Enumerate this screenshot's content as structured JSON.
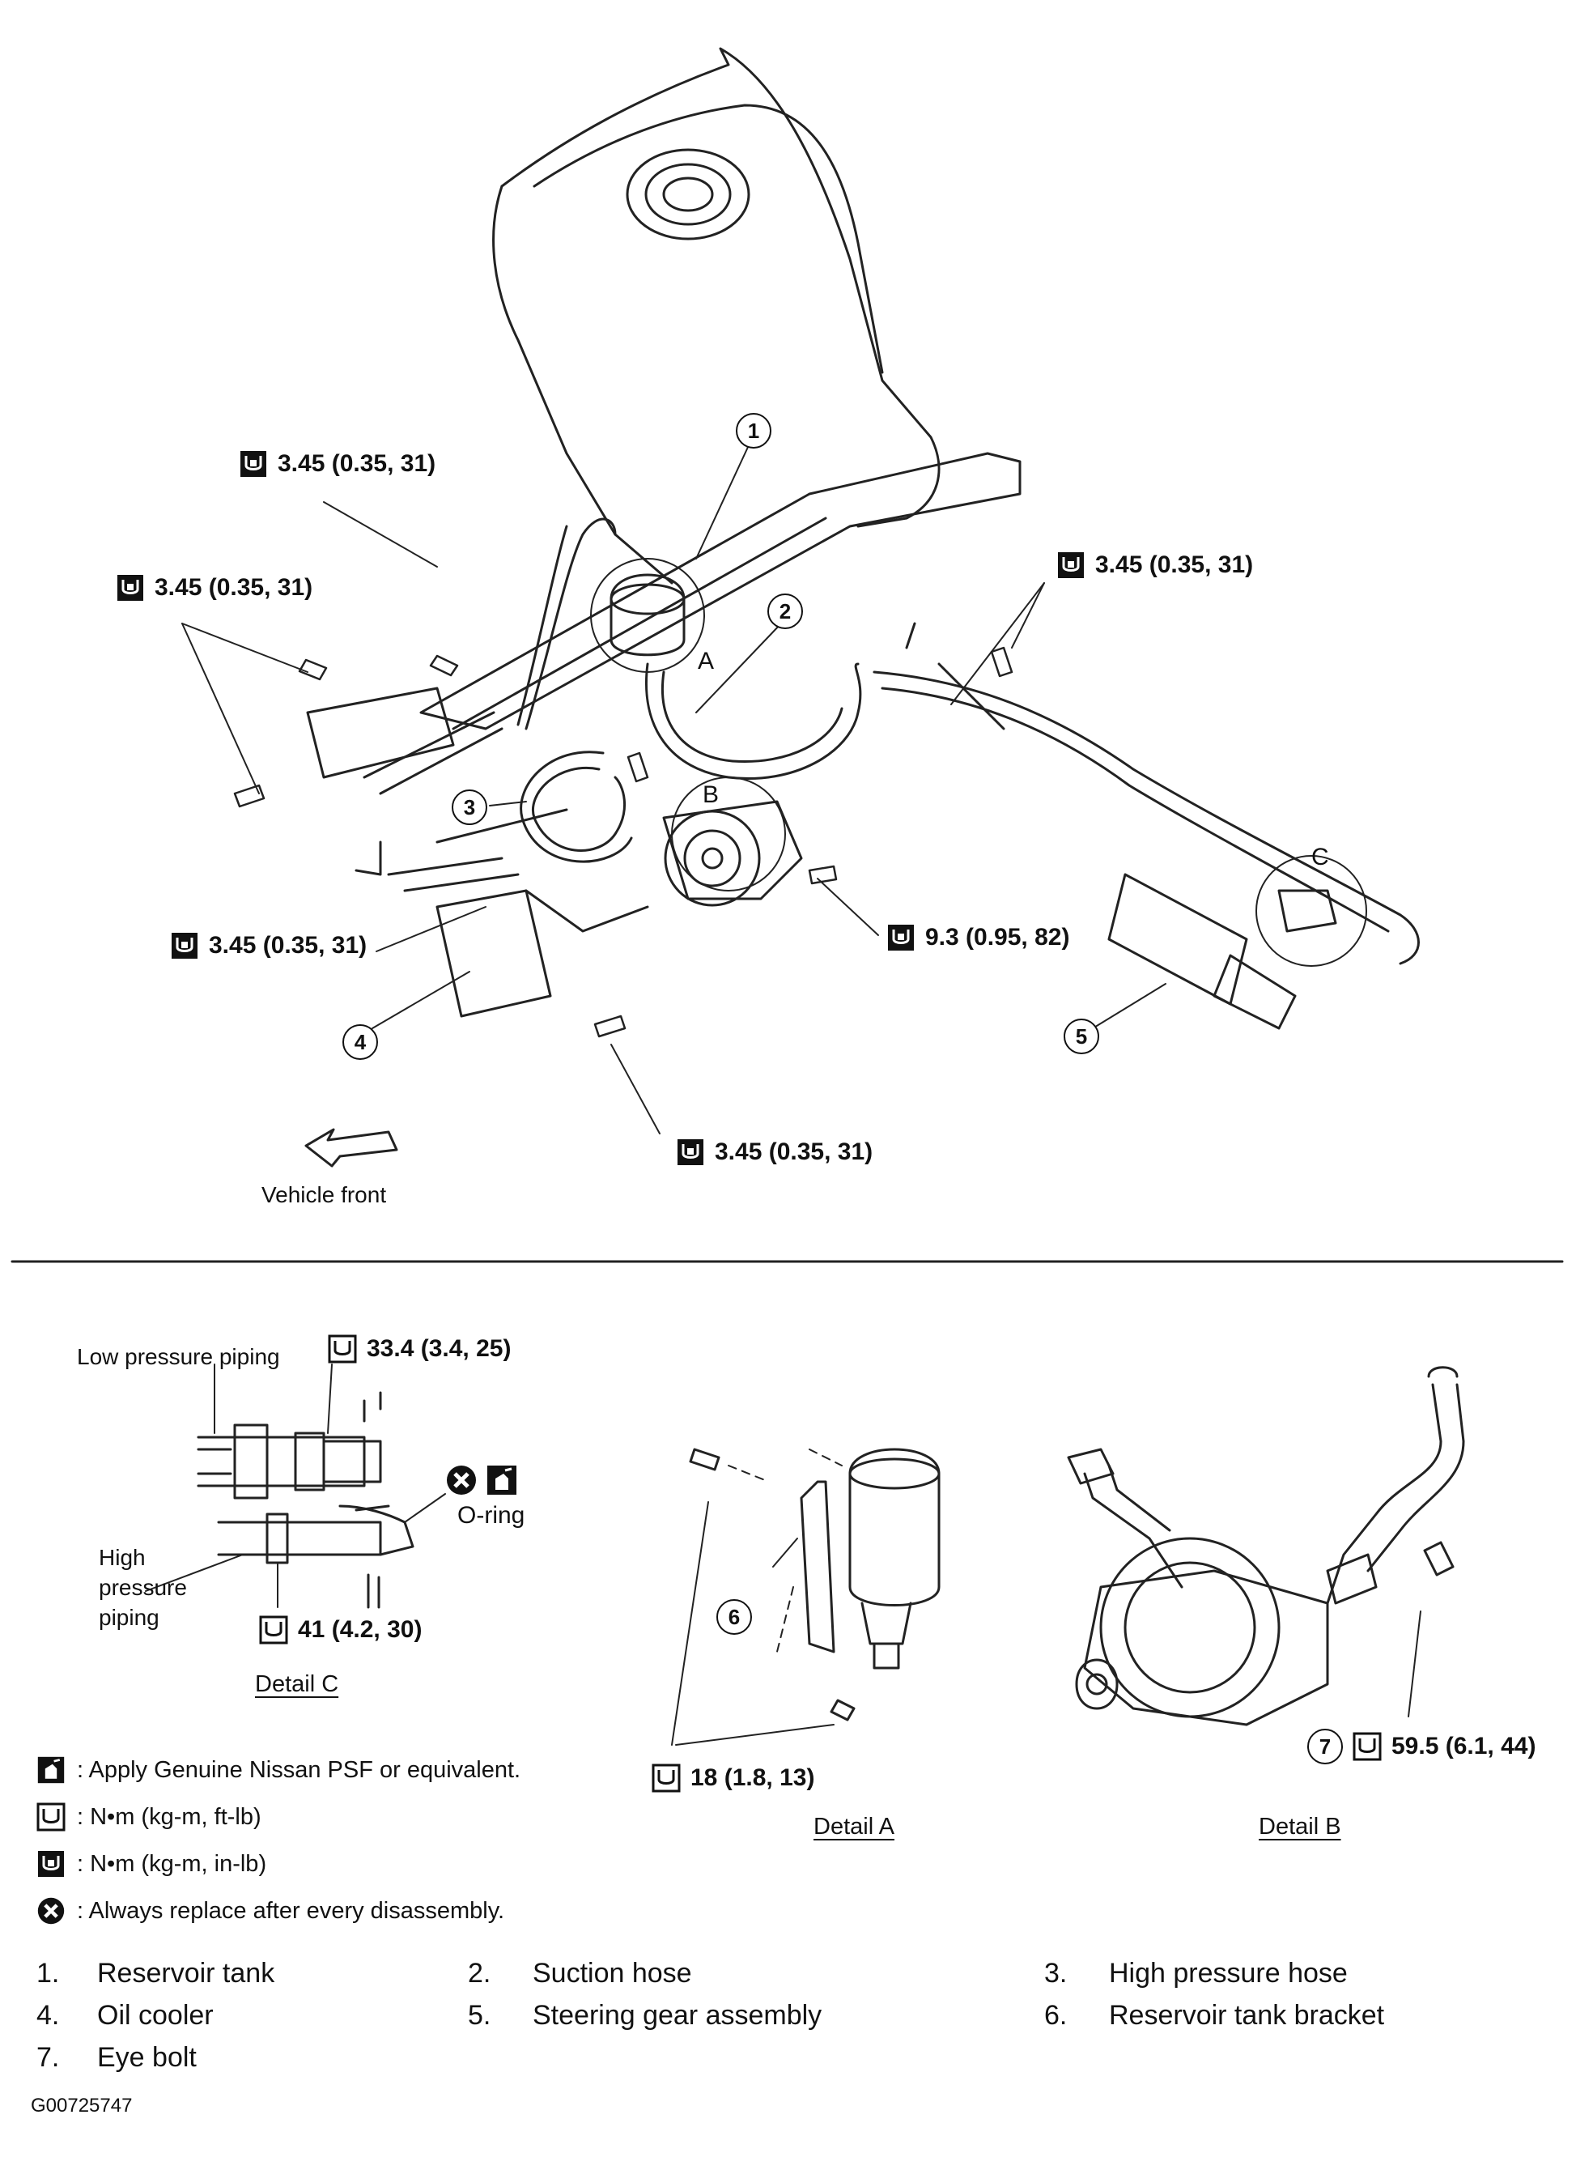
{
  "main_view": {
    "callouts": [
      "1",
      "2",
      "3",
      "4",
      "5"
    ],
    "torques": {
      "t1": "3.45 (0.35, 31)",
      "t2": "3.45 (0.35, 31)",
      "t3": "3.45 (0.35, 31)",
      "t4": "3.45 (0.35, 31)",
      "t5": "9.3 (0.95, 82)",
      "t6": "3.45 (0.35, 31)"
    },
    "detail_letters": {
      "a": "A",
      "b": "B",
      "c": "C"
    },
    "front_label": "Vehicle front"
  },
  "detail_c": {
    "title": "Detail C",
    "low_label": "Low pressure piping",
    "high_label_1": "High",
    "high_label_2": "pressure",
    "high_label_3": "piping",
    "oring_label": "O-ring",
    "torque_top": "33.4 (3.4, 25)",
    "torque_bottom": "41 (4.2, 30)"
  },
  "detail_a": {
    "title": "Detail A",
    "callout": "6",
    "torque": "18 (1.8, 13)"
  },
  "detail_b": {
    "title": "Detail B",
    "callout": "7",
    "torque": "59.5 (6.1, 44)"
  },
  "legend": [
    {
      "icon": "psf-oil-can-icon",
      "text": ": Apply Genuine Nissan PSF or equivalent."
    },
    {
      "icon": "torque-ft-lb-icon",
      "text": ": N•m (kg-m, ft-lb)"
    },
    {
      "icon": "torque-in-lb-icon",
      "text": ": N•m (kg-m, in-lb)"
    },
    {
      "icon": "replace-always-icon",
      "text": ": Always replace after every disassembly."
    }
  ],
  "parts": [
    {
      "num": "1.",
      "name": "Reservoir tank"
    },
    {
      "num": "2.",
      "name": "Suction hose"
    },
    {
      "num": "3.",
      "name": "High pressure hose"
    },
    {
      "num": "4.",
      "name": "Oil cooler"
    },
    {
      "num": "5.",
      "name": "Steering gear assembly"
    },
    {
      "num": "6.",
      "name": "Reservoir tank bracket"
    },
    {
      "num": "7.",
      "name": "Eye bolt"
    }
  ],
  "figure_code": "G00725747"
}
